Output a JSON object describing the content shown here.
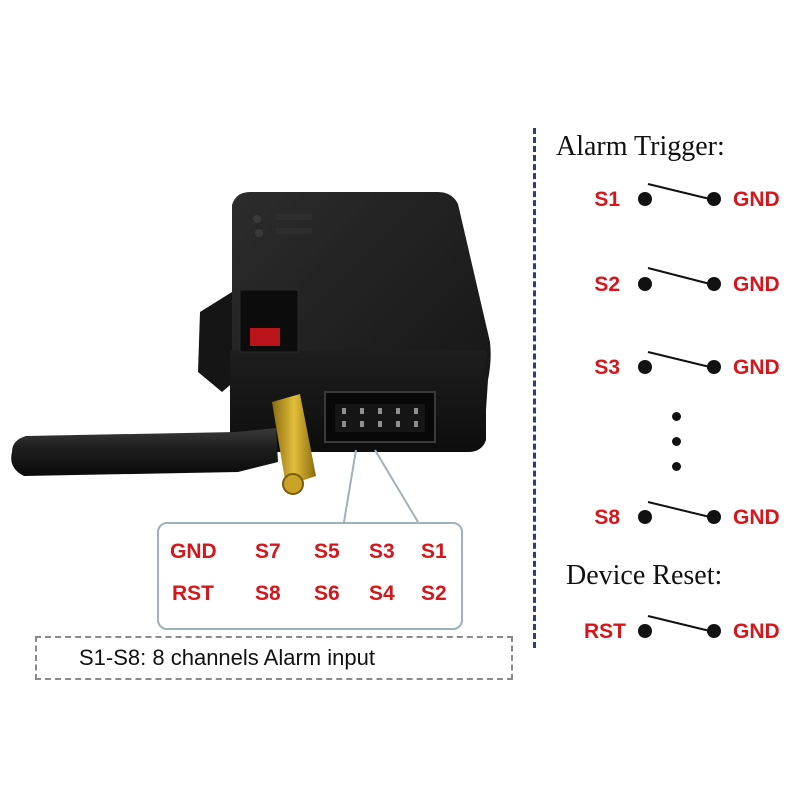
{
  "callout": {
    "top_row": [
      "GND",
      "S7",
      "S5",
      "S3",
      "S1"
    ],
    "bottom_row": [
      "RST",
      "S8",
      "S6",
      "S4",
      "S2"
    ]
  },
  "note": "S1-S8: 8 channels Alarm input",
  "alarm_heading": "Alarm Trigger:",
  "reset_heading": "Device Reset:",
  "switches": [
    {
      "left": "S1",
      "right": "GND"
    },
    {
      "left": "S2",
      "right": "GND"
    },
    {
      "left": "S3",
      "right": "GND"
    },
    {
      "left": "S8",
      "right": "GND"
    }
  ],
  "reset_switch": {
    "left": "RST",
    "right": "GND"
  },
  "colors": {
    "label_red": "#d6161a",
    "divider_blue": "#2f3a8c",
    "device_black": "#1b1b1b"
  }
}
